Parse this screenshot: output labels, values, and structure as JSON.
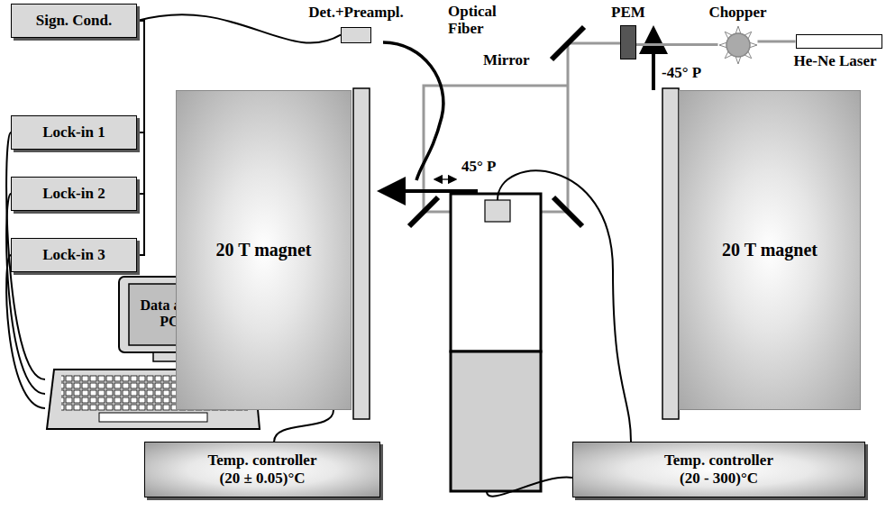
{
  "diagram": {
    "nodes": [
      {
        "text": [
          "Sign. Cond."
        ]
      },
      {
        "text": [
          "Lock-in 1"
        ]
      },
      {
        "text": [
          "Lock-in 2"
        ]
      },
      {
        "text": [
          "Lock-in 3"
        ]
      },
      {
        "text": [
          "Data acq. PC"
        ]
      },
      {
        "text": [
          "Det.+Preampl."
        ]
      },
      {
        "text": [
          "PEM"
        ]
      },
      {
        "text": [
          "Chopper"
        ]
      },
      {
        "text": [
          "He-Ne Laser"
        ]
      },
      {
        "text": [
          "20 T magnet"
        ]
      },
      {
        "text": [
          "20 T magnet"
        ]
      },
      {
        "text": [
          "Temp. controller",
          "(20 ± 0.05)°C"
        ]
      },
      {
        "text": [
          "Temp. controller",
          "(20 - 300)°C"
        ]
      }
    ],
    "edges": [
      {
        "from": 5,
        "to": 0,
        "arrow": "none"
      },
      {
        "from": 0,
        "to": 1,
        "arrow": "none"
      },
      {
        "from": 0,
        "to": 2,
        "arrow": "none"
      },
      {
        "from": 0,
        "to": 3,
        "arrow": "none"
      },
      {
        "from": 1,
        "to": 4,
        "arrow": "none"
      },
      {
        "from": 2,
        "to": 4,
        "arrow": "none"
      },
      {
        "from": 3,
        "to": 4,
        "arrow": "none"
      },
      {
        "from": 8,
        "to": 7,
        "arrow": "none"
      },
      {
        "from": 7,
        "to": 6,
        "arrow": "none"
      },
      {
        "from": 11,
        "to": 9,
        "arrow": "none"
      }
    ],
    "labels": [
      "Optical Fiber",
      "Mirror",
      "-45° P",
      "45° P"
    ]
  }
}
